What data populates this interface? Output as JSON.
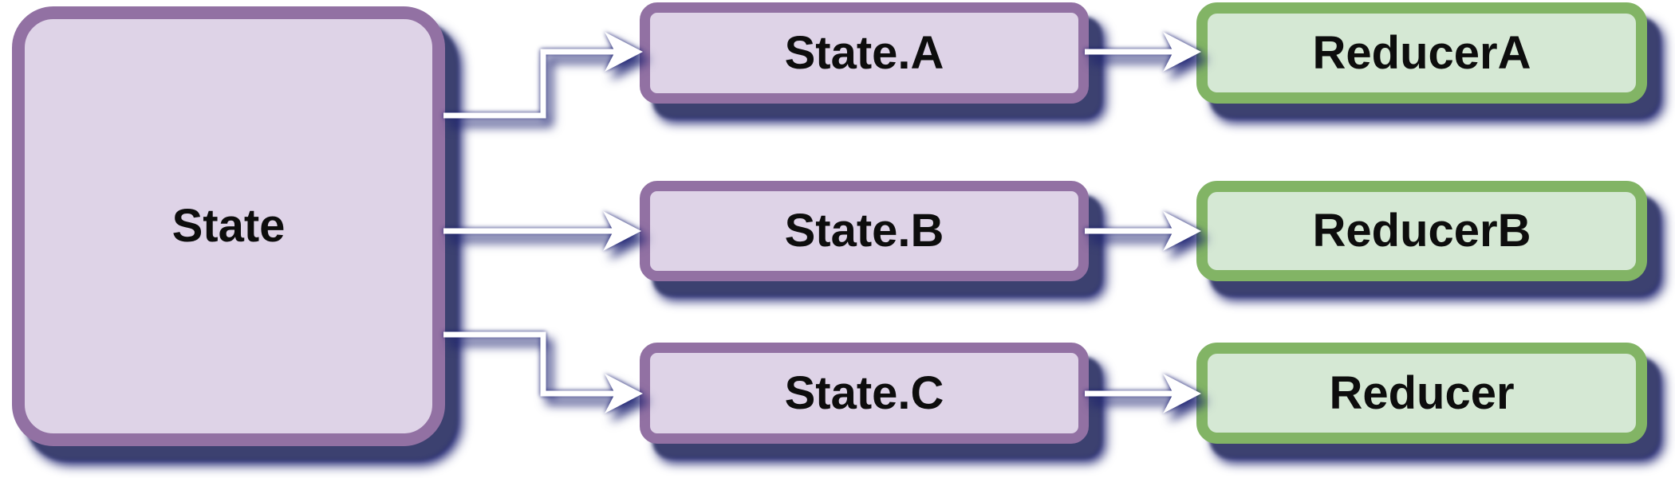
{
  "diagram": {
    "nodes": [
      {
        "id": "state",
        "label": "State",
        "kind": "state-root"
      },
      {
        "id": "state-a",
        "label": "State.A",
        "kind": "state-slice"
      },
      {
        "id": "state-b",
        "label": "State.B",
        "kind": "state-slice"
      },
      {
        "id": "state-c",
        "label": "State.C",
        "kind": "state-slice"
      },
      {
        "id": "reducer-a",
        "label": "ReducerA",
        "kind": "reducer"
      },
      {
        "id": "reducer-b",
        "label": "ReducerB",
        "kind": "reducer"
      },
      {
        "id": "reducer",
        "label": "Reducer",
        "kind": "reducer"
      }
    ],
    "edges": [
      {
        "from": "state",
        "to": "state-a"
      },
      {
        "from": "state",
        "to": "state-b"
      },
      {
        "from": "state",
        "to": "state-c"
      },
      {
        "from": "state-a",
        "to": "reducer-a"
      },
      {
        "from": "state-b",
        "to": "reducer-b"
      },
      {
        "from": "state-c",
        "to": "reducer"
      }
    ]
  },
  "colors": {
    "background": "#ffffff",
    "state-fill": "#ded3e7",
    "state-border": "#9271a3",
    "reducer-fill": "#d5e8d4",
    "reducer-border": "#82b465",
    "arrow": "#ffffff",
    "shadow-slate": "#3c4170",
    "shadow-navy": "#191e6e",
    "text": "#0d0d0d"
  }
}
